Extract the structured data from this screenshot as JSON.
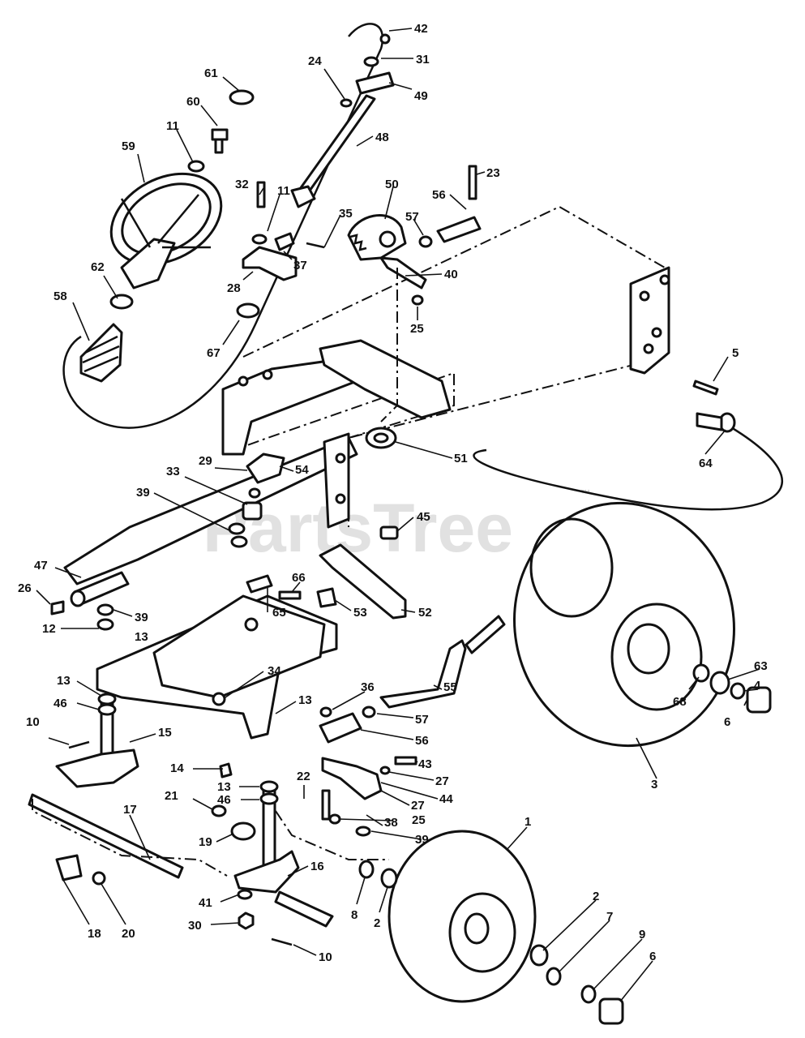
{
  "watermark": {
    "text": "PartsTree",
    "trademark": "™"
  },
  "labels": [
    {
      "id": "l42",
      "text": "42"
    },
    {
      "id": "l31",
      "text": "31"
    },
    {
      "id": "l49",
      "text": "49"
    },
    {
      "id": "l24",
      "text": "24"
    },
    {
      "id": "l61",
      "text": "61"
    },
    {
      "id": "l60",
      "text": "60"
    },
    {
      "id": "l11a",
      "text": "11"
    },
    {
      "id": "l48",
      "text": "48"
    },
    {
      "id": "l59",
      "text": "59"
    },
    {
      "id": "l32",
      "text": "32"
    },
    {
      "id": "l11b",
      "text": "11"
    },
    {
      "id": "l23",
      "text": "23"
    },
    {
      "id": "l50",
      "text": "50"
    },
    {
      "id": "l56a",
      "text": "56"
    },
    {
      "id": "l35",
      "text": "35"
    },
    {
      "id": "l57a",
      "text": "57"
    },
    {
      "id": "l37",
      "text": "37"
    },
    {
      "id": "l40",
      "text": "40"
    },
    {
      "id": "l62",
      "text": "62"
    },
    {
      "id": "l28",
      "text": "28"
    },
    {
      "id": "l58",
      "text": "58"
    },
    {
      "id": "l67",
      "text": "67"
    },
    {
      "id": "l25a",
      "text": "25"
    },
    {
      "id": "l5",
      "text": "5"
    },
    {
      "id": "l51",
      "text": "51"
    },
    {
      "id": "l64",
      "text": "64"
    },
    {
      "id": "l29",
      "text": "29"
    },
    {
      "id": "l54",
      "text": "54"
    },
    {
      "id": "l33",
      "text": "33"
    },
    {
      "id": "l39a",
      "text": "39"
    },
    {
      "id": "l45",
      "text": "45"
    },
    {
      "id": "l47",
      "text": "47"
    },
    {
      "id": "l66",
      "text": "66"
    },
    {
      "id": "l26",
      "text": "26"
    },
    {
      "id": "l65",
      "text": "65"
    },
    {
      "id": "l39b",
      "text": "39"
    },
    {
      "id": "l53",
      "text": "53"
    },
    {
      "id": "l52",
      "text": "52"
    },
    {
      "id": "l12",
      "text": "12"
    },
    {
      "id": "l13a",
      "text": "13"
    },
    {
      "id": "l63",
      "text": "63"
    },
    {
      "id": "l4",
      "text": "4"
    },
    {
      "id": "l34",
      "text": "34"
    },
    {
      "id": "l13b",
      "text": "13"
    },
    {
      "id": "l55",
      "text": "55"
    },
    {
      "id": "l68",
      "text": "68"
    },
    {
      "id": "l13c",
      "text": "13"
    },
    {
      "id": "l36",
      "text": "36"
    },
    {
      "id": "l6a",
      "text": "6"
    },
    {
      "id": "l46a",
      "text": "46"
    },
    {
      "id": "l57b",
      "text": "57"
    },
    {
      "id": "l10a",
      "text": "10"
    },
    {
      "id": "l15",
      "text": "15"
    },
    {
      "id": "l56b",
      "text": "56"
    },
    {
      "id": "l43",
      "text": "43"
    },
    {
      "id": "l14",
      "text": "14"
    },
    {
      "id": "l27a",
      "text": "27"
    },
    {
      "id": "l3",
      "text": "3"
    },
    {
      "id": "l22",
      "text": "22"
    },
    {
      "id": "l13d",
      "text": "13"
    },
    {
      "id": "l21",
      "text": "21"
    },
    {
      "id": "l46b",
      "text": "46"
    },
    {
      "id": "l27b",
      "text": "27"
    },
    {
      "id": "l44",
      "text": "44"
    },
    {
      "id": "l25b",
      "text": "25"
    },
    {
      "id": "l38",
      "text": "38"
    },
    {
      "id": "l39c",
      "text": "39"
    },
    {
      "id": "l17",
      "text": "17"
    },
    {
      "id": "l1",
      "text": "1"
    },
    {
      "id": "l19",
      "text": "19"
    },
    {
      "id": "l16",
      "text": "16"
    },
    {
      "id": "l8",
      "text": "8"
    },
    {
      "id": "l2a",
      "text": "2"
    },
    {
      "id": "l41",
      "text": "41"
    },
    {
      "id": "l30",
      "text": "30"
    },
    {
      "id": "l18",
      "text": "18"
    },
    {
      "id": "l20",
      "text": "20"
    },
    {
      "id": "l10b",
      "text": "10"
    },
    {
      "id": "l2b",
      "text": "2"
    },
    {
      "id": "l7",
      "text": "7"
    },
    {
      "id": "l9",
      "text": "9"
    },
    {
      "id": "l6b",
      "text": "6"
    }
  ]
}
